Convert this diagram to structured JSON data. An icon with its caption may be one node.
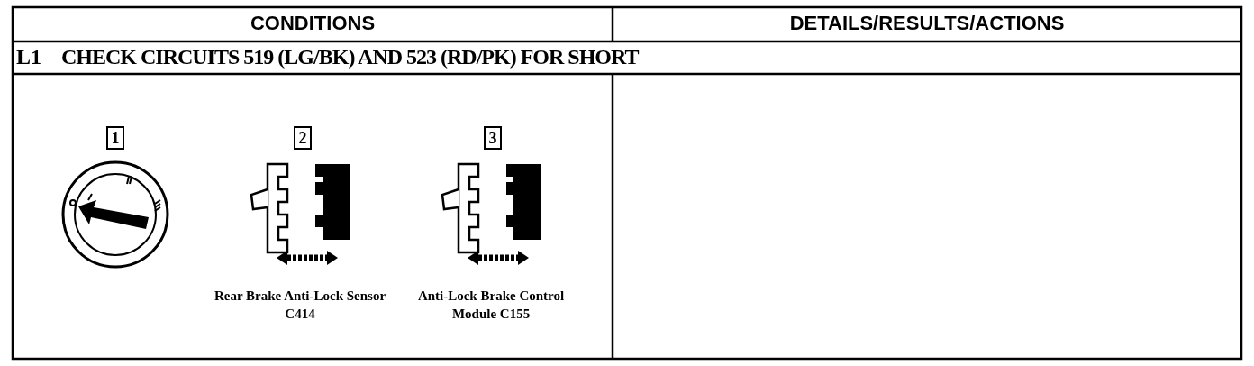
{
  "diagram": {
    "labels": [
      "CONDITIONS",
      "DETAILS/RESULTS/ACTIONS",
      "L1",
      "CHECK CIRCUITS 519 (LG/BK) AND 523 (RD/PK) FOR SHORT",
      "1",
      "2",
      "3",
      "Rear Brake Anti-Lock Sensor C414",
      "Anti-Lock Brake Control Module C155"
    ]
  }
}
